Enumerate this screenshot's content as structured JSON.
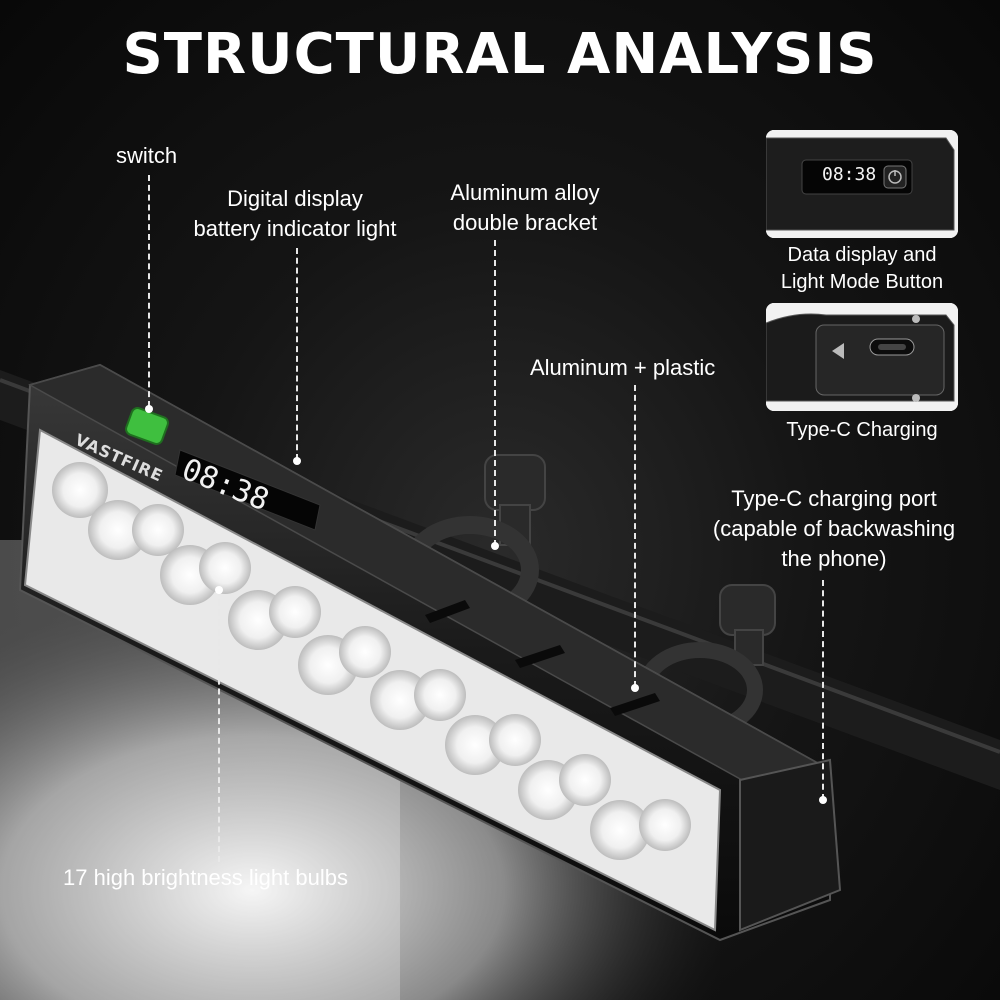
{
  "title": "STRUCTURAL ANALYSIS",
  "labels": {
    "switch": "switch",
    "display_line1": "Digital display",
    "display_line2": "battery indicator light",
    "bracket_line1": "Aluminum alloy",
    "bracket_line2": "double bracket",
    "material": "Aluminum + plastic",
    "port_line1": "Type-C charging port",
    "port_line2": "(capable of backwashing",
    "port_line3": "the phone)",
    "bulbs": "17 high brightness light bulbs"
  },
  "insets": {
    "display_caption_line1": "Data display and",
    "display_caption_line2": "Light Mode Button",
    "display_readout": "08:38",
    "charging_caption": "Type-C Charging"
  },
  "device": {
    "brand": "VASTFIRE",
    "display_readout": "08:38",
    "bulb_count": 17
  },
  "colors": {
    "accent_green": "#3fbf3f",
    "background": "#111111",
    "beam": "#f4f4f4"
  }
}
